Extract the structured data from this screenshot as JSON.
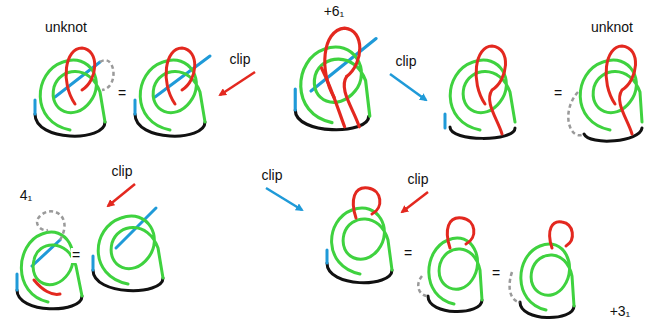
{
  "diagram": {
    "labels": [
      "+6₁",
      "unknot",
      "unknot",
      "clip",
      "clip",
      "=",
      "=",
      "clip",
      "clip",
      "clip",
      "4₁",
      "=",
      "=",
      "=",
      "+3₁"
    ]
  }
}
